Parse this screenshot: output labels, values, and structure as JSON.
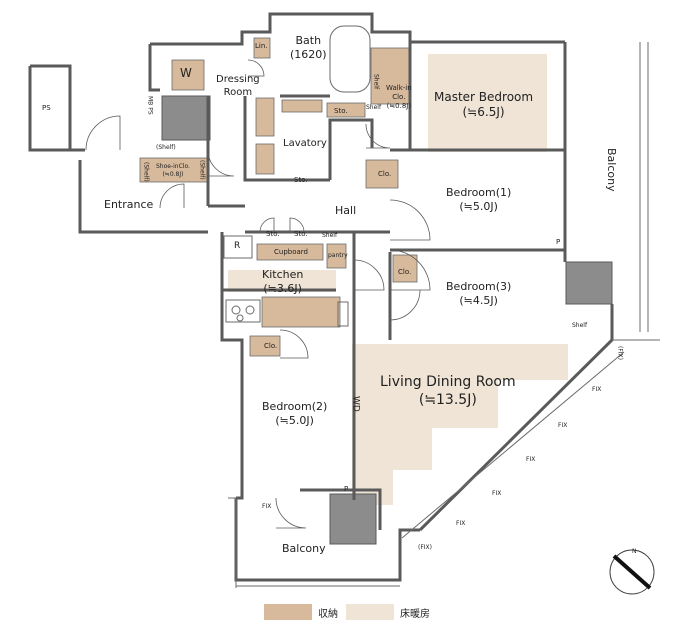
{
  "colors": {
    "storage": "#d7b99b",
    "floor_heating": "#efe4d6",
    "wall": "#5a5a5a",
    "service": "#8c8c8c"
  },
  "rooms": {
    "bath": "Bath",
    "bath_size": "(1620)",
    "lin": "Lin.",
    "w": "W",
    "dressing": "Dressing",
    "dressing2": "Room",
    "ps": "PS",
    "mbps": "MB PS",
    "lavatory": "Lavatory",
    "sto_bath": "Sto.",
    "sto_lav": "Sto.",
    "shelf_walkin": "Shelf",
    "walkin": "Walk-in",
    "walkin_clo": "Clo.",
    "walkin_size": "(≒0.8J)",
    "shelf_side": "Shelf",
    "master": "Master Bedroom",
    "master_size": "(≒6.5J)",
    "clo_b1": "Clo.",
    "bedroom1": "Bedroom(1)",
    "bedroom1_size": "(≒5.0J)",
    "balcony_right": "Balcony",
    "shelf_top": "(Shelf)",
    "shoe": "Shoe-inClo.",
    "shoe_size": "(≒0.8J)",
    "shelf_left": "(Shelf)",
    "shelf_right": "(Shelf)",
    "entrance": "Entrance",
    "hall": "Hall",
    "sto1": "Sto.",
    "sto2": "Sto.",
    "shelf_hall": "Shelf",
    "r": "R",
    "cupboard": "Cupboard",
    "pantry": "pantry",
    "kitchen": "Kitchen",
    "kitchen_size": "(≒3.6J)",
    "clo_b3": "Clo.",
    "bedroom3": "Bedroom(3)",
    "bedroom3_size": "(≒4.5J)",
    "p_right": "P",
    "shelf_balcony": "Shelf",
    "clo_b2": "Clo.",
    "ldr": "Living Dining Room",
    "ldr_size": "(≒13.5J)",
    "wd": "WD",
    "bedroom2": "Bedroom(2)",
    "bedroom2_size": "(≒5.0J)",
    "p_bottom": "P",
    "fix_bottom": "FIX",
    "balcony_bottom": "Balcony",
    "fix_1": "FIX",
    "fix_2": "FIX",
    "fix_3": "FIX",
    "fix_4": "FIX",
    "fix_paren_right": "(FIX)",
    "fix_paren_bottom": "(FIX)",
    "fix_edge": "FIX"
  },
  "legend": {
    "storage": "収納",
    "floor_heating": "床暖房"
  },
  "compass": "N"
}
